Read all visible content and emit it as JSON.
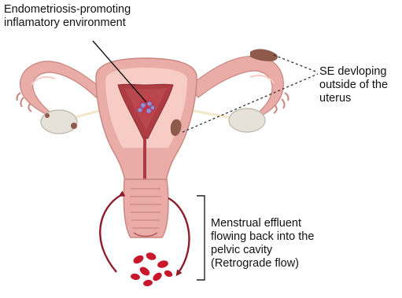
{
  "labels": {
    "inflammatory": {
      "line1": "Endometriosis-promoting",
      "line2": "inflamatory environment"
    },
    "se": {
      "line1": "SE devloping",
      "line2": "outside of the",
      "line3": "uterus"
    },
    "retrograde": {
      "line1": "Menstrual effluent",
      "line2": "flowing back into the",
      "line3": "pelvic cavity",
      "line4": "(Retrograde flow)"
    }
  },
  "colors": {
    "uterus_outer": "#e9aca6",
    "uterus_edge": "#c98580",
    "uterus_inner": "#f6ccc5",
    "cavity": "#ad3c43",
    "lesion": "#8e5a4a",
    "ovary": "#e6e2da",
    "blood_cell": "#c8182c",
    "arrow": "#8d1c2c",
    "inflammation": "#e2203d",
    "immune_cell": "#9e8fc9",
    "bracket": "#222222"
  }
}
